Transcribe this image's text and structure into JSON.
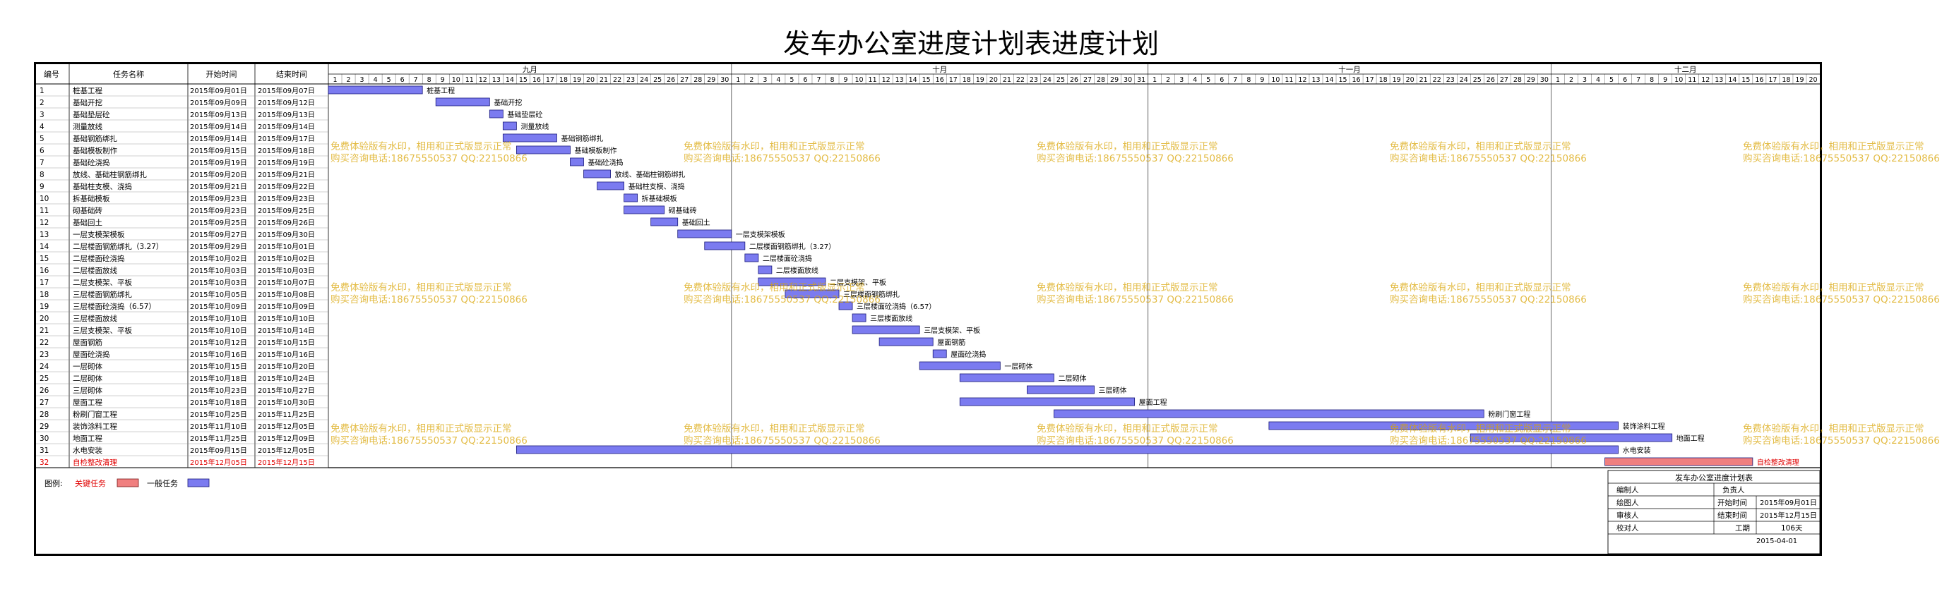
{
  "title": "发车办公室进度计划表进度计划",
  "headers": {
    "no": "编号",
    "name": "任务名称",
    "start": "开始时间",
    "end": "结束时间"
  },
  "months": [
    {
      "label": "九月",
      "days": 30
    },
    {
      "label": "十月",
      "days": 31
    },
    {
      "label": "十一月",
      "days": 30
    },
    {
      "label": "十二月",
      "days": 20
    }
  ],
  "tasks": [
    {
      "no": "1",
      "name": "桩基工程",
      "start": "2015年09月01日",
      "end": "2015年09月07日",
      "s": 1,
      "e": 7,
      "critical": false
    },
    {
      "no": "2",
      "name": "基础开挖",
      "start": "2015年09月09日",
      "end": "2015年09月12日",
      "s": 9,
      "e": 12,
      "critical": false
    },
    {
      "no": "3",
      "name": "基础垫层砼",
      "start": "2015年09月13日",
      "end": "2015年09月13日",
      "s": 13,
      "e": 13,
      "critical": false
    },
    {
      "no": "4",
      "name": "测量放线",
      "start": "2015年09月14日",
      "end": "2015年09月14日",
      "s": 14,
      "e": 14,
      "critical": false
    },
    {
      "no": "5",
      "name": "基础钢筋绑扎",
      "start": "2015年09月14日",
      "end": "2015年09月17日",
      "s": 14,
      "e": 17,
      "critical": false
    },
    {
      "no": "6",
      "name": "基础模板制作",
      "start": "2015年09月15日",
      "end": "2015年09月18日",
      "s": 15,
      "e": 18,
      "critical": false
    },
    {
      "no": "7",
      "name": "基础砼浇捣",
      "start": "2015年09月19日",
      "end": "2015年09月19日",
      "s": 19,
      "e": 19,
      "critical": false
    },
    {
      "no": "8",
      "name": "放线、基础柱钢筋绑扎",
      "start": "2015年09月20日",
      "end": "2015年09月21日",
      "s": 20,
      "e": 21,
      "critical": false
    },
    {
      "no": "9",
      "name": "基础柱支模、浇捣",
      "start": "2015年09月21日",
      "end": "2015年09月22日",
      "s": 21,
      "e": 22,
      "critical": false
    },
    {
      "no": "10",
      "name": "拆基础模板",
      "start": "2015年09月23日",
      "end": "2015年09月23日",
      "s": 23,
      "e": 23,
      "critical": false
    },
    {
      "no": "11",
      "name": "砌基础砖",
      "start": "2015年09月23日",
      "end": "2015年09月25日",
      "s": 23,
      "e": 25,
      "critical": false
    },
    {
      "no": "12",
      "name": "基础回土",
      "start": "2015年09月25日",
      "end": "2015年09月26日",
      "s": 25,
      "e": 26,
      "critical": false
    },
    {
      "no": "13",
      "name": "一层支模架模板",
      "start": "2015年09月27日",
      "end": "2015年09月30日",
      "s": 27,
      "e": 30,
      "critical": false
    },
    {
      "no": "14",
      "name": "二层楼面钢筋绑扎（3.27）",
      "start": "2015年09月29日",
      "end": "2015年10月01日",
      "s": 29,
      "e": 31,
      "critical": false
    },
    {
      "no": "15",
      "name": "二层楼面砼浇捣",
      "start": "2015年10月02日",
      "end": "2015年10月02日",
      "s": 32,
      "e": 32,
      "critical": false
    },
    {
      "no": "16",
      "name": "二层楼面放线",
      "start": "2015年10月03日",
      "end": "2015年10月03日",
      "s": 33,
      "e": 33,
      "critical": false
    },
    {
      "no": "17",
      "name": "二层支模架、平板",
      "start": "2015年10月03日",
      "end": "2015年10月07日",
      "s": 33,
      "e": 37,
      "critical": false
    },
    {
      "no": "18",
      "name": "三层楼面钢筋绑扎",
      "start": "2015年10月05日",
      "end": "2015年10月08日",
      "s": 35,
      "e": 38,
      "critical": false
    },
    {
      "no": "19",
      "name": "三层楼面砼浇捣（6.57）",
      "start": "2015年10月09日",
      "end": "2015年10月09日",
      "s": 39,
      "e": 39,
      "critical": false
    },
    {
      "no": "20",
      "name": "三层楼面放线",
      "start": "2015年10月10日",
      "end": "2015年10月10日",
      "s": 40,
      "e": 40,
      "critical": false
    },
    {
      "no": "21",
      "name": "三层支模架、平板",
      "start": "2015年10月10日",
      "end": "2015年10月14日",
      "s": 40,
      "e": 44,
      "critical": false
    },
    {
      "no": "22",
      "name": "屋面钢筋",
      "start": "2015年10月12日",
      "end": "2015年10月15日",
      "s": 42,
      "e": 45,
      "critical": false
    },
    {
      "no": "23",
      "name": "屋面砼浇捣",
      "start": "2015年10月16日",
      "end": "2015年10月16日",
      "s": 46,
      "e": 46,
      "critical": false
    },
    {
      "no": "24",
      "name": "一层砌体",
      "start": "2015年10月15日",
      "end": "2015年10月20日",
      "s": 45,
      "e": 50,
      "critical": false
    },
    {
      "no": "25",
      "name": "二层砌体",
      "start": "2015年10月18日",
      "end": "2015年10月24日",
      "s": 48,
      "e": 54,
      "critical": false
    },
    {
      "no": "26",
      "name": "三层砌体",
      "start": "2015年10月23日",
      "end": "2015年10月27日",
      "s": 53,
      "e": 57,
      "critical": false
    },
    {
      "no": "27",
      "name": "屋面工程",
      "start": "2015年10月18日",
      "end": "2015年10月30日",
      "s": 48,
      "e": 60,
      "critical": false
    },
    {
      "no": "28",
      "name": "粉刷门窗工程",
      "start": "2015年10月25日",
      "end": "2015年11月25日",
      "s": 55,
      "e": 86,
      "critical": false
    },
    {
      "no": "29",
      "name": "装饰涂料工程",
      "start": "2015年11月10日",
      "end": "2015年12月05日",
      "s": 71,
      "e": 96,
      "critical": false
    },
    {
      "no": "30",
      "name": "地面工程",
      "start": "2015年11月25日",
      "end": "2015年12月09日",
      "s": 86,
      "e": 100,
      "critical": false
    },
    {
      "no": "31",
      "name": "水电安装",
      "start": "2015年09月15日",
      "end": "2015年12月05日",
      "s": 15,
      "e": 96,
      "critical": false
    },
    {
      "no": "32",
      "name": "自检整改清理",
      "start": "2015年12月05日",
      "end": "2015年12月15日",
      "s": 96,
      "e": 106,
      "critical": true
    }
  ],
  "legend": {
    "label": "图例:",
    "critical": "关键任务",
    "normal": "一般任务"
  },
  "info": {
    "title": "发车办公室进度计划表",
    "compiler": "编制人",
    "principal": "负责人",
    "drawer": "绘图人",
    "start_label": "开始时间",
    "start": "2015年09月01日",
    "reviewer": "审核人",
    "end_label": "结束时间",
    "end": "2015年12月15日",
    "checker": "校对人",
    "duration_label": "工期",
    "duration": "106天",
    "date": "2015-04-01"
  },
  "watermark": {
    "line1": "免费体验版有水印，相用和正式版显示正常",
    "line2": "购买咨询电话:18675550537 QQ:22150866"
  },
  "colors": {
    "normal_bar": "#7b7bf0",
    "critical_bar": "#f07f7f",
    "critical_text": "#e00000",
    "watermark": "#d9a300"
  }
}
